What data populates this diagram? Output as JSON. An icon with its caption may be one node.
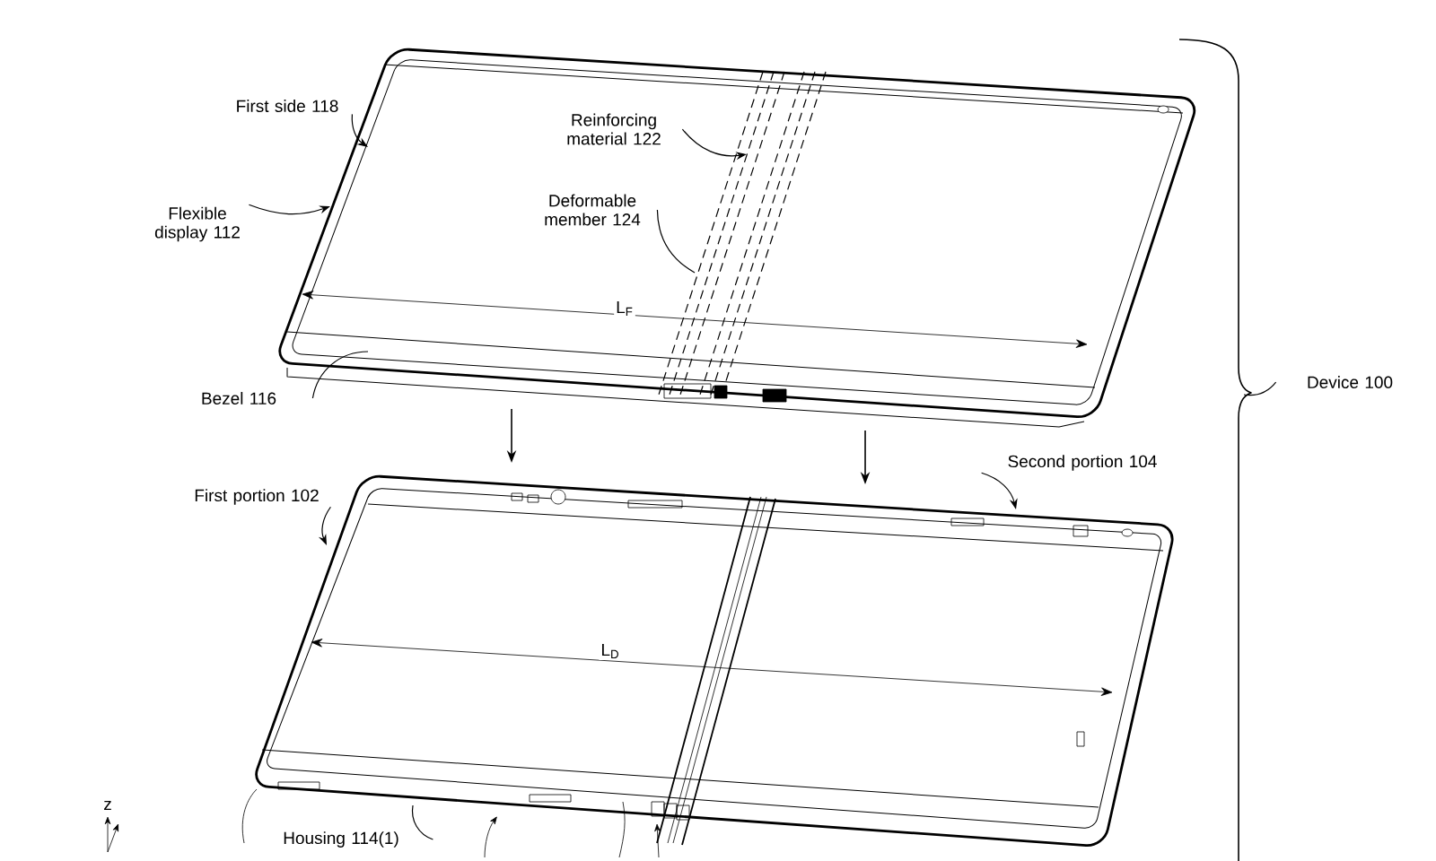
{
  "diagram": {
    "nodes": [
      {
        "text": [
          "First side 118"
        ]
      },
      {
        "text": [
          "Flexible display 112"
        ]
      },
      {
        "text": [
          "Reinforcing material 122"
        ]
      },
      {
        "text": [
          "Deformable member 124"
        ]
      },
      {
        "text": [
          "Bezel 116"
        ]
      },
      {
        "text": [
          "First portion 102"
        ]
      },
      {
        "text": [
          "Second portion 104"
        ]
      },
      {
        "text": [
          "Housing 114(1)"
        ]
      },
      {
        "text": [
          "Device 100"
        ]
      }
    ],
    "edges": [
      {
        "from": 0,
        "to": null,
        "arrow": "to"
      },
      {
        "from": 1,
        "to": null,
        "arrow": "to"
      },
      {
        "from": 2,
        "to": null,
        "arrow": "to"
      },
      {
        "from": 3,
        "to": null,
        "arrow": "none"
      },
      {
        "from": 4,
        "to": null,
        "arrow": "none"
      },
      {
        "from": 5,
        "to": null,
        "arrow": "to"
      },
      {
        "from": 6,
        "to": null,
        "arrow": "to"
      },
      {
        "from": 7,
        "to": null,
        "arrow": "none"
      },
      {
        "from": 8,
        "to": null,
        "arrow": "none"
      }
    ],
    "labels": [
      "L$_{F}$",
      "L$_{D}$",
      "z"
    ]
  }
}
